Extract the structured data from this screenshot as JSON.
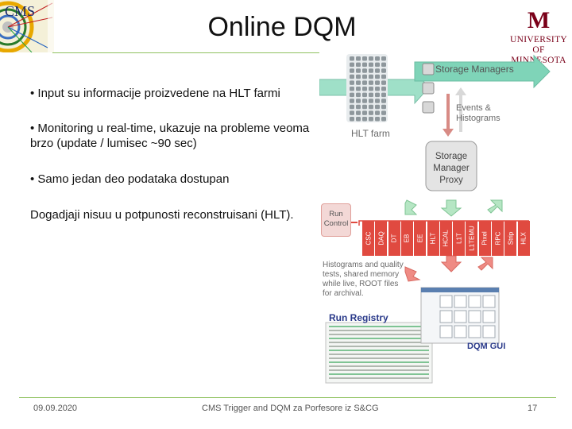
{
  "title": "Online DQM",
  "bullets": [
    "• Input su informacije proizvedene na HLT farmi",
    "• Monitoring u real-time, ukazuje na probleme veoma brzo (update / lumisec ~90 sec)",
    "• Samo jedan deo podataka dostupan",
    "Dogadjaji nisuu u potpunosti reconstruisani (HLT)."
  ],
  "logo_cms": {
    "text": "CMS"
  },
  "logo_umn": {
    "mark": "M",
    "line1": "UNIVERSITY",
    "line2": "OF MINNESOTA"
  },
  "diagram": {
    "storage_managers": "Storage Managers",
    "events_histograms": "Events & Histograms",
    "hlt_farm": "HLT farm",
    "proxy": "Storage Manager Proxy",
    "run_control": "Run Control",
    "detectors": [
      "CSC",
      "DAQ",
      "DT",
      "EB",
      "EE",
      "HLT",
      "HCAL",
      "L1T",
      "L1TEMU",
      "Pixel",
      "RPC",
      "Strip",
      "HLX"
    ],
    "histograms_text": "Histograms and quality tests, shared memory while live, ROOT files for archival.",
    "run_registry": "Run Registry",
    "dqm_gui": "DQM GUI"
  },
  "footer": {
    "date": "09.09.2020",
    "center": "CMS Trigger and DQM za Porfesore iz S&CG",
    "page": "17"
  },
  "colors": {
    "accent_rule": "#8fc25f",
    "red": "#e04a40",
    "teal_arrow": "#7fd4b8",
    "umn_maroon": "#7a0019"
  }
}
